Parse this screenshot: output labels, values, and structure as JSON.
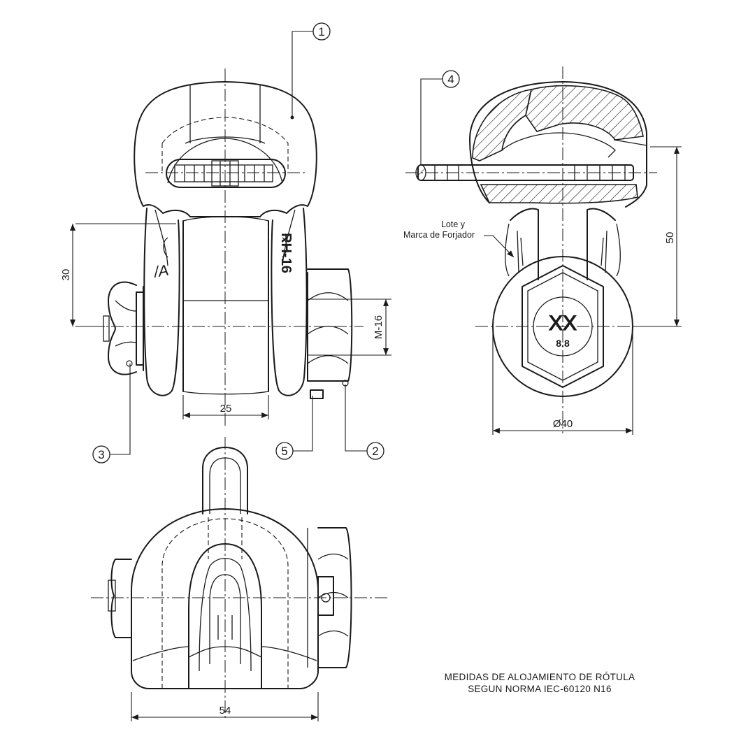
{
  "callouts": {
    "c1": "1",
    "c2": "2",
    "c3": "3",
    "c4": "4",
    "c5": "5"
  },
  "dimensions": {
    "d30": "30",
    "d25": "25",
    "dM16": "M-16",
    "d50": "50",
    "d40": "Ø40",
    "d54": "54"
  },
  "markings": {
    "stamp_left": "/A",
    "stamp_right": "RH-16",
    "bolt_head": "XX",
    "bolt_grade": "8.8"
  },
  "note": {
    "line1": "Lote y",
    "line2": "Marca de Forjador"
  },
  "title": {
    "line1": "MEDIDAS DE ALOJAMIENTO DE RÓTULA",
    "line2": "SEGUN NORMA IEC-60120 N16"
  }
}
